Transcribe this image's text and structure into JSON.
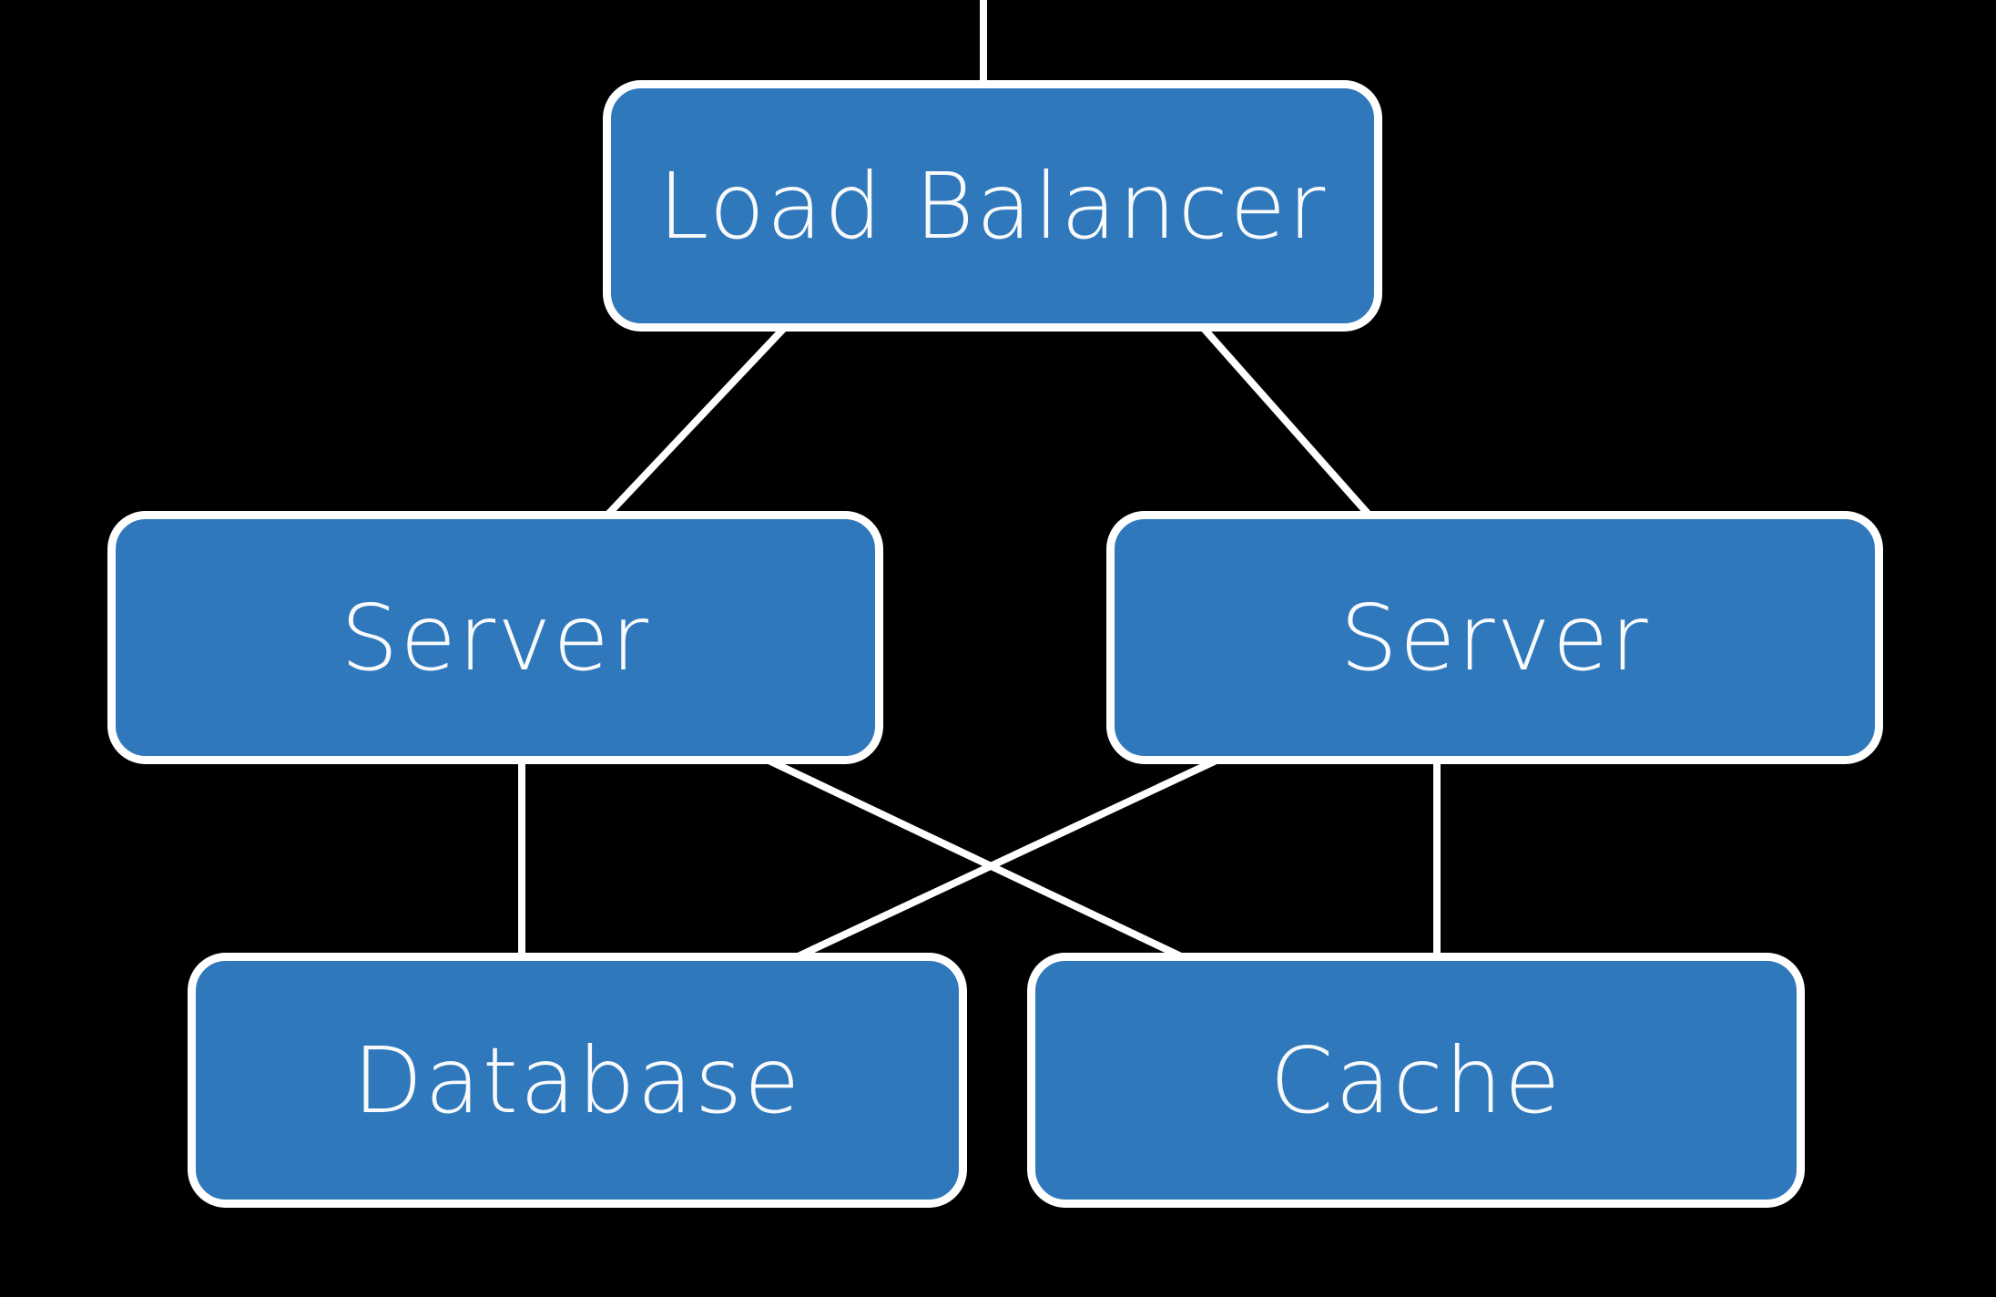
{
  "diagram": {
    "colors": {
      "background": "#000000",
      "node_fill": "#3078BC",
      "node_border": "#FFFFFF",
      "edge_color": "#FFFFFF",
      "label_color": "#F8FAFC"
    },
    "nodes": [
      {
        "id": "load-balancer",
        "label": "Load Balancer"
      },
      {
        "id": "server-left",
        "label": "Server"
      },
      {
        "id": "server-right",
        "label": "Server"
      },
      {
        "id": "database",
        "label": "Database"
      },
      {
        "id": "cache",
        "label": "Cache"
      }
    ],
    "edges": [
      {
        "from": "offscreen-top",
        "to": "load-balancer"
      },
      {
        "from": "load-balancer",
        "to": "server-left"
      },
      {
        "from": "load-balancer",
        "to": "server-right"
      },
      {
        "from": "server-left",
        "to": "database"
      },
      {
        "from": "server-left",
        "to": "cache"
      },
      {
        "from": "server-right",
        "to": "database"
      },
      {
        "from": "server-right",
        "to": "cache"
      }
    ]
  }
}
